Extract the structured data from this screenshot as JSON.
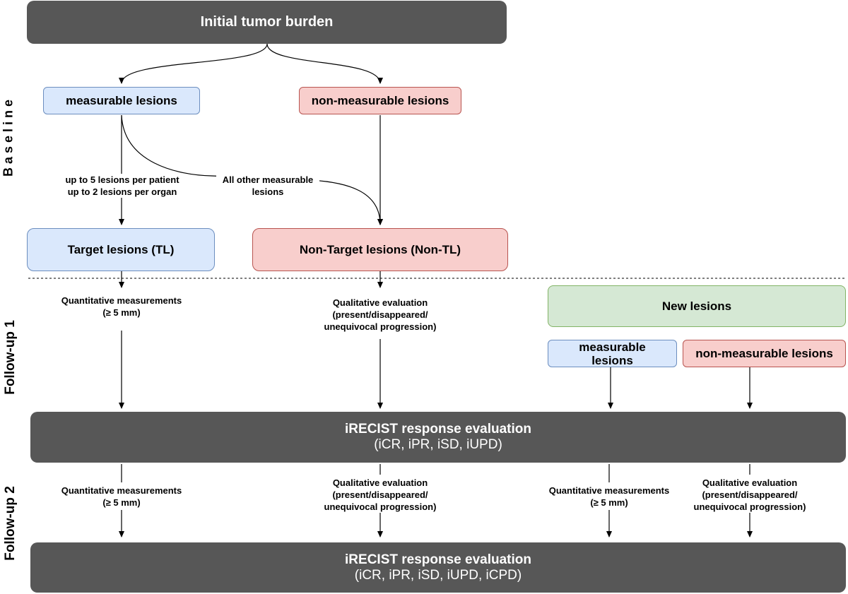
{
  "side_labels": {
    "baseline": "B a s e l i n e",
    "followup1": "Follow-up 1",
    "followup2": "Follow-up 2"
  },
  "nodes": {
    "initial": "Initial tumor burden",
    "measurable": "measurable lesions",
    "non_measurable": "non-measurable lesions",
    "target": "Target lesions (TL)",
    "non_target": "Non-Target lesions (Non-TL)",
    "new_lesions": "New lesions",
    "new_measurable_line1": "measurable",
    "new_measurable_line2": "lesions",
    "new_non_measurable": "non-measurable lesions",
    "eval1_title": "iRECIST response evaluation",
    "eval1_sub": "(iCR, iPR, iSD, iUPD)",
    "eval2_title": "iRECIST response evaluation",
    "eval2_sub": "(iCR, iPR, iSD, iUPD, iCPD)"
  },
  "edge_labels": {
    "target_rule_line1": "up to 5 lesions per patient",
    "target_rule_line2": "up to 2 lesions per organ",
    "other_line1": "All other measurable",
    "other_line2": "lesions",
    "quant_line1": "Quantitative measurements",
    "quant_line2": "(≥ 5 mm)",
    "qual_line1": "Qualitative evaluation",
    "qual_line2": "(present/disappeared/",
    "qual_line3": "unequivocal progression)"
  },
  "colors": {
    "dark": "#575757",
    "blue_fill": "#dae8fc",
    "blue_border": "#6c8ebf",
    "red_fill": "#f8cecc",
    "red_border": "#b85450",
    "green_fill": "#d5e8d4",
    "green_border": "#82b366"
  }
}
